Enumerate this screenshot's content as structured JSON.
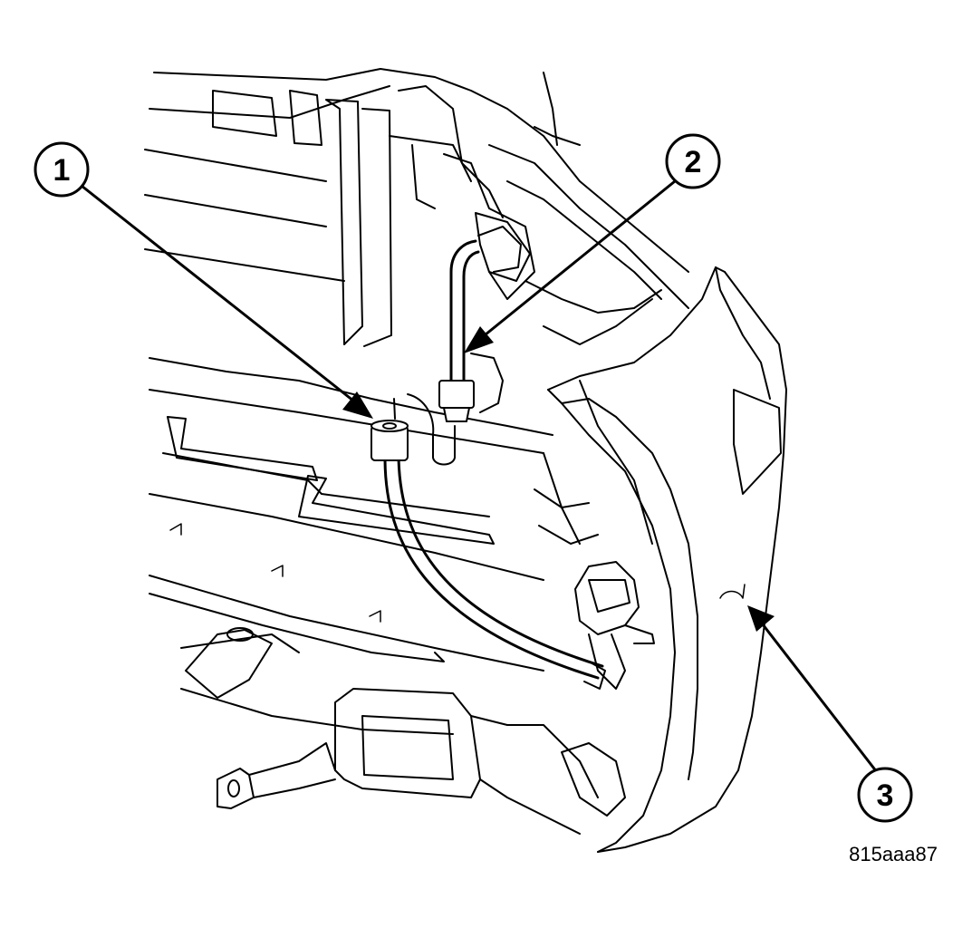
{
  "figure_id": "815aaa87",
  "callouts": [
    {
      "number": "1"
    },
    {
      "number": "2"
    },
    {
      "number": "3"
    }
  ]
}
